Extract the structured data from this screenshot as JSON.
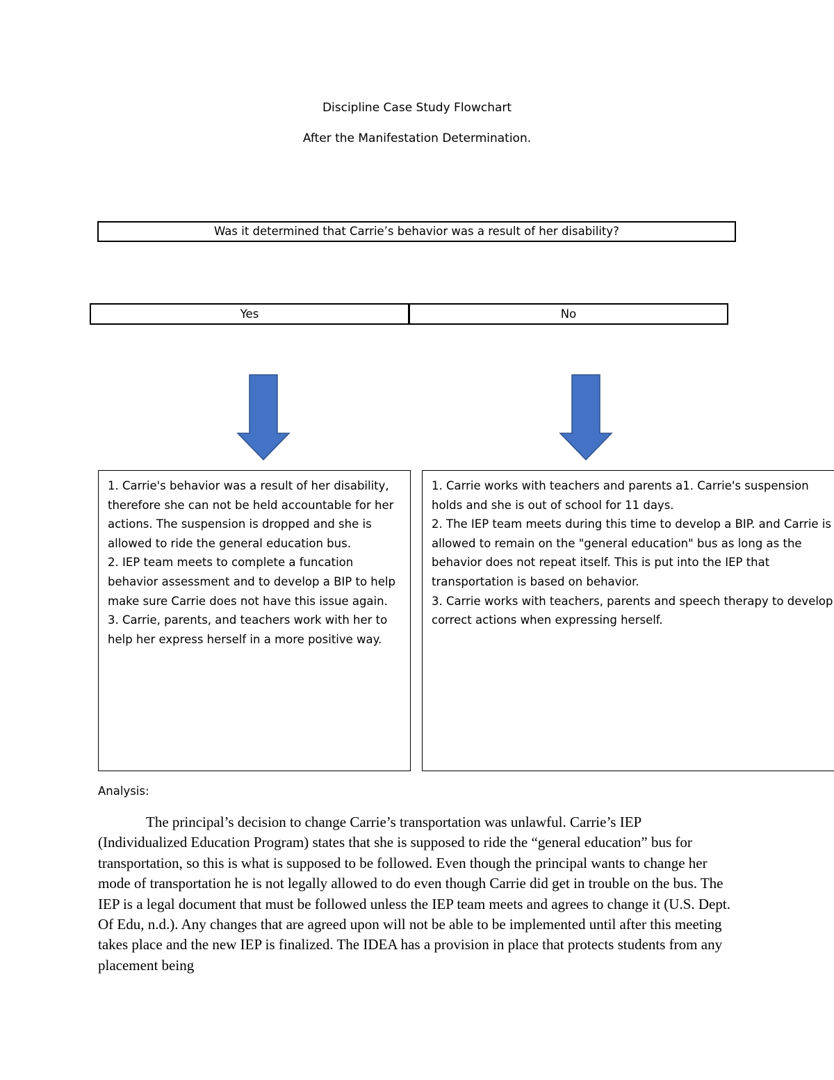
{
  "document": {
    "title": "Discipline Case Study Flowchart",
    "subtitle": "After the Manifestation Determination."
  },
  "flowchart": {
    "question": "Was it determined that Carrie’s behavior was a result of her disability?",
    "yes_label": "Yes",
    "no_label": "No",
    "arrow_color": "#4472C4",
    "arrow_border_color": "#2F528F",
    "yes_outcome": [
      "1. Carrie's behavior was a result of her disability, therefore she can not be held accountable for her actions. The suspension is dropped and she is allowed to ride the general education bus.",
      "2. IEP team meets to complete a funcation behavior assessment and to develop a BIP to help make sure Carrie does not have this issue again.",
      "3. Carrie, parents, and teachers work with her to help her express herself in a more positive way."
    ],
    "no_outcome": [
      "1. Carrie works with teachers and parents a1. Carrie's suspension holds and she is out of school for 11 days.",
      "2. The IEP team meets during this time to develop a BIP. and Carrie is allowed to remain on the \"general education\" bus as long as the behavior does not repeat itself. This is put into the IEP that transportation is based on behavior.",
      "3. Carrie works with teachers, parents and speech therapy to develop correct actions when expressing herself."
    ]
  },
  "analysis": {
    "label": "Analysis:",
    "text": "The principal’s decision to change Carrie’s transportation was unlawful. Carrie’s IEP (Individualized Education Program) states that she is supposed to ride the “general education” bus for transportation, so this is what is supposed to be followed. Even though the principal wants to change her mode of transportation he is not legally allowed to do even though Carrie did get in trouble on the bus. The IEP is a legal document that must be followed unless the IEP team meets and agrees to change it (U.S. Dept. Of Edu, n.d.). Any changes that are agreed upon will not be able to be implemented until after this meeting takes place and the new IEP is finalized. The IDEA has a provision in place that protects students from any placement being"
  }
}
